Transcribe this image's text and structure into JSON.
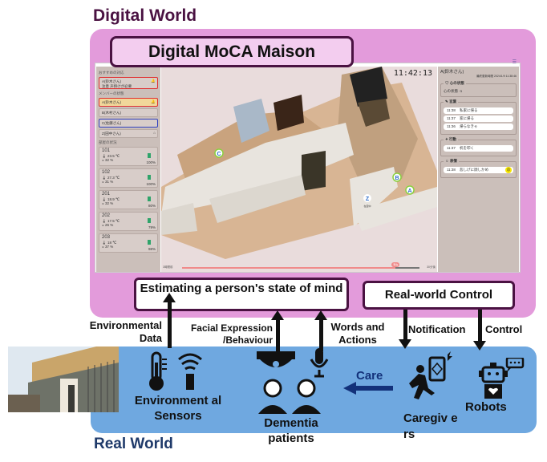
{
  "digital_world": {
    "title": "Digital World",
    "app_title": "Digital MoCA Maison",
    "screenshot": {
      "clock": "11:42:13",
      "menu_icon": "hamburger-icon",
      "left_panel": {
        "recommended_label": "おすすめの対応",
        "recommended": {
          "name": "A(鈴木さん)",
          "note": "注意 声掛けが必要"
        },
        "members_label": "メンバーの状態",
        "members": [
          {
            "name": "A(鈴木さん)",
            "border": "#e03030",
            "bg": "#f1d79a"
          },
          {
            "name": "B(木村さん)",
            "border": "#b8aaa5",
            "bg": "#d8cdc9"
          },
          {
            "name": "C(佐藤さん)",
            "border": "#3040c0",
            "bg": "#d8cdc9"
          },
          {
            "name": "Z(田中さん)",
            "border": "#b8aaa5",
            "bg": "#d8cdc9"
          }
        ],
        "rooms_label": "部屋の状況",
        "rooms": [
          {
            "room": "101",
            "temp": "23.5 ℃",
            "humidity": "32 %",
            "battery": "100%"
          },
          {
            "room": "102",
            "temp": "27.3 ℃",
            "humidity": "31 %",
            "battery": "100%"
          },
          {
            "room": "201",
            "temp": "18.9 ℃",
            "humidity": "32 %",
            "battery": "80%"
          },
          {
            "room": "202",
            "temp": "17.5 ℃",
            "humidity": "26 %",
            "battery": "79%"
          },
          {
            "room": "203",
            "temp": "18 ℃",
            "humidity": "37 %",
            "battery": "98%"
          }
        ]
      },
      "map": {
        "markers": [
          "A",
          "B",
          "C",
          "Z"
        ],
        "z_caption": "在室中",
        "timeline_start": "3時間前",
        "timeline_end": "30分後",
        "timeline_now": "現在",
        "timeline_progress": 0.9
      },
      "right_panel": {
        "person": "A(鈴木さん)",
        "updated": "最終更新時間 2024/1/9 11:38:46",
        "mind_label": "心の状態",
        "mind_value": "心の状態  -1",
        "words_label": "言葉",
        "words": [
          {
            "time": "11:38",
            "text": "私家に帰る"
          },
          {
            "time": "11:37",
            "text": "家に帰る"
          },
          {
            "time": "11:36",
            "text": "帰らなきゃ"
          }
        ],
        "actions_label": "行動",
        "actions": [
          {
            "time": "11:37",
            "text": "机を叩く"
          }
        ],
        "expression_label": "表情",
        "expressions": [
          {
            "time": "11:38",
            "text": "悲しげに顔しかめ"
          }
        ]
      }
    },
    "estimating_box": "Estimating a person's state of mind",
    "control_box": "Real-world Control"
  },
  "flows": {
    "environmental_data": "Environmental Data",
    "facial_expression": "Facial Expression /Behaviour",
    "words_actions": "Words and Actions",
    "notification": "Notification",
    "control": "Control",
    "care": "Care"
  },
  "real_world": {
    "title": "Real World",
    "sensors": "Environment al Sensors",
    "patients": "Dementia patients",
    "caregivers": "Caregiv ers",
    "robots": "Robots"
  },
  "colors": {
    "digital_bg": "#e39bdb",
    "real_bg": "#6fa8e0",
    "title_purple": "#4a1242",
    "real_title": "#1f3a6a",
    "care_arrow": "#13317a"
  }
}
